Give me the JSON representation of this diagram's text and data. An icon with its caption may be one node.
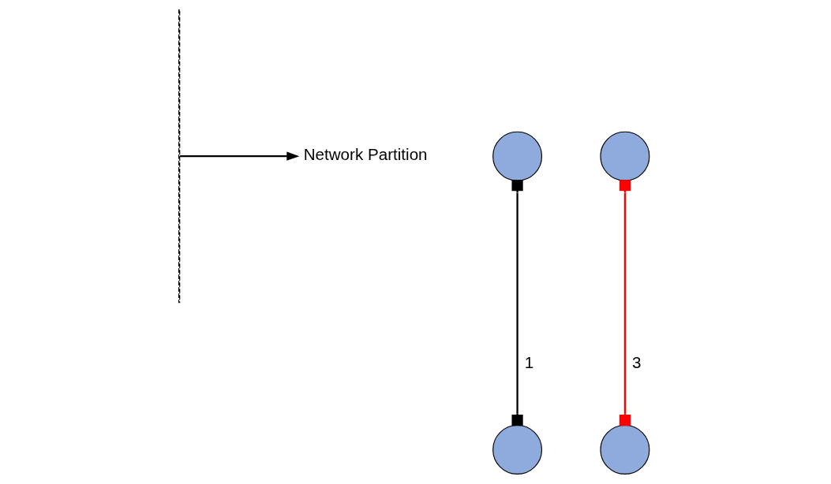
{
  "diagram": {
    "nodes": [
      {
        "text": [],
        "shape": "line"
      },
      {
        "text": [
          "Network Partition"
        ]
      },
      {
        "text": [],
        "shape": "circle"
      },
      {
        "text": [],
        "shape": "circle"
      },
      {
        "text": [],
        "shape": "circle"
      },
      {
        "text": [],
        "shape": "circle"
      }
    ],
    "edges": [
      {
        "from": 0,
        "to": 1,
        "arrow": "to"
      },
      {
        "from": 2,
        "to": 4,
        "arrow": "other",
        "label": "1"
      },
      {
        "from": 3,
        "to": 5,
        "arrow": "other",
        "label": "3",
        "color": "#ff0000"
      }
    ]
  }
}
